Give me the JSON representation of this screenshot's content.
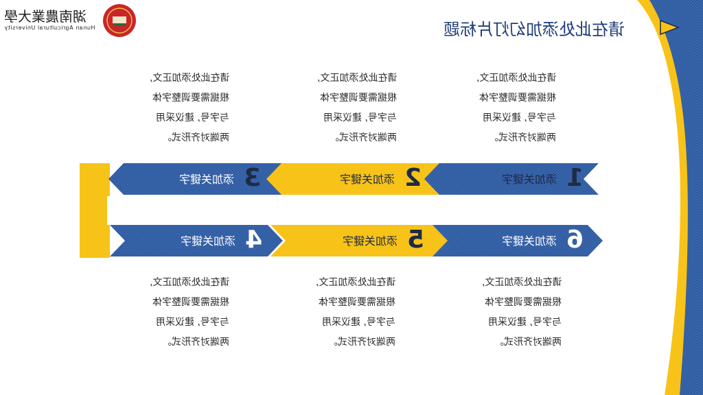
{
  "header": {
    "title": "请在此处添加幻灯片标题",
    "logo_name": "湖南農業大學",
    "logo_sub": "Hunan Agricultural University"
  },
  "steps": [
    {
      "number": "1",
      "keyword": "添加关键字"
    },
    {
      "number": "2",
      "keyword": "添加关键字"
    },
    {
      "number": "3",
      "keyword": "添加关键字"
    },
    {
      "number": "4",
      "keyword": "添加关键字"
    },
    {
      "number": "5",
      "keyword": "添加关键字"
    },
    {
      "number": "6",
      "keyword": "添加关键字"
    }
  ],
  "body": {
    "line1": "请在此处添加正文,",
    "line2": "根据需要调整字体",
    "line3": "与字号, 建议采用",
    "line4": "两端对齐形式。"
  },
  "colors": {
    "navy": "#2f5a9e",
    "yellow": "#f7c319",
    "dark": "#1f2a44"
  },
  "icons": {
    "corner_marker": "play-triangle-icon",
    "logo_emblem": "university-emblem-icon"
  }
}
